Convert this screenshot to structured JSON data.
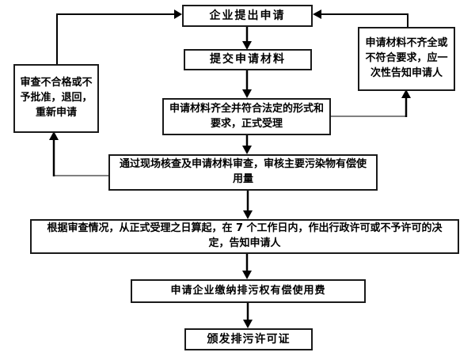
{
  "flowchart": {
    "background": "#ffffff",
    "colors": {
      "arrow": "#000000",
      "connector_gray": "#808080",
      "box_border": "#1a1a1a",
      "text": "#000000"
    },
    "nodes": {
      "apply": {
        "label": "企业提出申请"
      },
      "submit": {
        "label": "提交申请材料"
      },
      "accept": {
        "label": "申请材料齐全并符合法定的形式和要求，正式受理"
      },
      "review": {
        "label": "通过现场核查及申请材料审查，审核主要污染物有偿使用量"
      },
      "decide": {
        "label": "根据审查情况，从正式受理之日算起，在 7 个工作日内，作出行政许可或不予许可的决定，告知申请人"
      },
      "pay": {
        "label": "申请企业缴纳排污权有偿使用费"
      },
      "issue": {
        "label": "颁发排污许可证"
      },
      "reject": {
        "label": "审查不合格或不予批准，退回，重新申请"
      },
      "incomplete": {
        "label": "申请材料不齐全或不符合要求，应一次性告知申请人"
      }
    },
    "edges": [
      {
        "from": "apply",
        "to": "submit"
      },
      {
        "from": "submit",
        "to": "accept"
      },
      {
        "from": "accept",
        "to": "review"
      },
      {
        "from": "accept",
        "to": "incomplete"
      },
      {
        "from": "incomplete",
        "to": "apply"
      },
      {
        "from": "review",
        "to": "decide"
      },
      {
        "from": "review",
        "to": "reject"
      },
      {
        "from": "reject",
        "to": "apply"
      },
      {
        "from": "decide",
        "to": "pay"
      },
      {
        "from": "pay",
        "to": "issue"
      }
    ]
  }
}
